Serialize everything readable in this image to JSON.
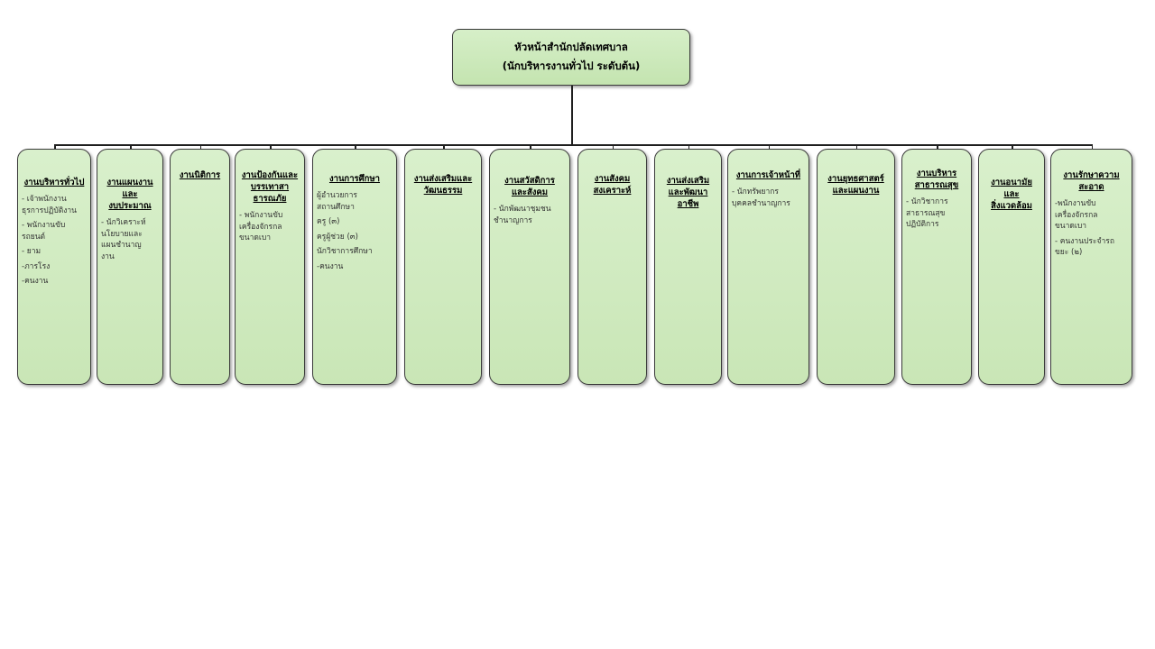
{
  "head": {
    "line1": "หัวหน้าสำนักปลัดเทศบาล",
    "line2": "(นักบริหารงานทั่วไป  ระดับต้น)"
  },
  "departments": [
    {
      "title": "งานบริหารทั่วไป",
      "items": [
        "- เจ้าพนักงาน\nธุรการปฏิบัติงาน",
        "- พนักงานขับ\nรถยนต์",
        "- ยาม",
        "-ภารโรง",
        "-คนงาน"
      ]
    },
    {
      "title": "งานแผนงาน\nและ\nงบประมาณ",
      "items": [
        "- นักวิเคราะห์\nนโยบายและ\nแผนชำนาญ\nงาน"
      ]
    },
    {
      "title": "งานนิติการ",
      "items": []
    },
    {
      "title": "งานป้องกันและ\nบรรเทาสา\nธารณภัย",
      "items": [
        "- พนักงานขับ\nเครื่องจักรกล\nขนาดเบา"
      ]
    },
    {
      "title": "งานการศึกษา",
      "items": [
        "ผู้อำนวยการ\nสถานศึกษา",
        "ครู (๓)",
        "ครูผู้ช่วย (๓)",
        "นักวิชาการศึกษา",
        "-คนงาน"
      ]
    },
    {
      "title": "งานส่งเสริมและ\nวัฒนธรรม",
      "items": []
    },
    {
      "title": "งานสวัสดิการ\nและสังคม",
      "items": [
        "- นักพัฒนาชุมชน\nชำนาญการ"
      ]
    },
    {
      "title": "งานสังคม\nสงเคราะห์",
      "items": []
    },
    {
      "title": "งานส่งเสริม\nและพัฒนา\nอาชีพ",
      "items": []
    },
    {
      "title": "งานการเจ้าหน้าที่",
      "items": [
        "- นักทรัพยากร\nบุคคลชำนาญการ"
      ]
    },
    {
      "title": "งานยุทธศาสตร์\nและแผนงาน",
      "items": []
    },
    {
      "title": "งานบริหาร\nสาธารณสุข",
      "items": [
        "- นักวิชาการ\nสาธารณสุข\nปฏิบัติการ"
      ]
    },
    {
      "title": "งานอนามัย\nและ\nสิ่งแวดล้อม",
      "items": []
    },
    {
      "title": "งานรักษาความ\nสะอาด",
      "items": [
        "-พนักงานขับ\nเครื่องจักรกล\nขนาดเบา",
        "- คนงานประจำรถ\nขยะ (๒)"
      ]
    }
  ]
}
